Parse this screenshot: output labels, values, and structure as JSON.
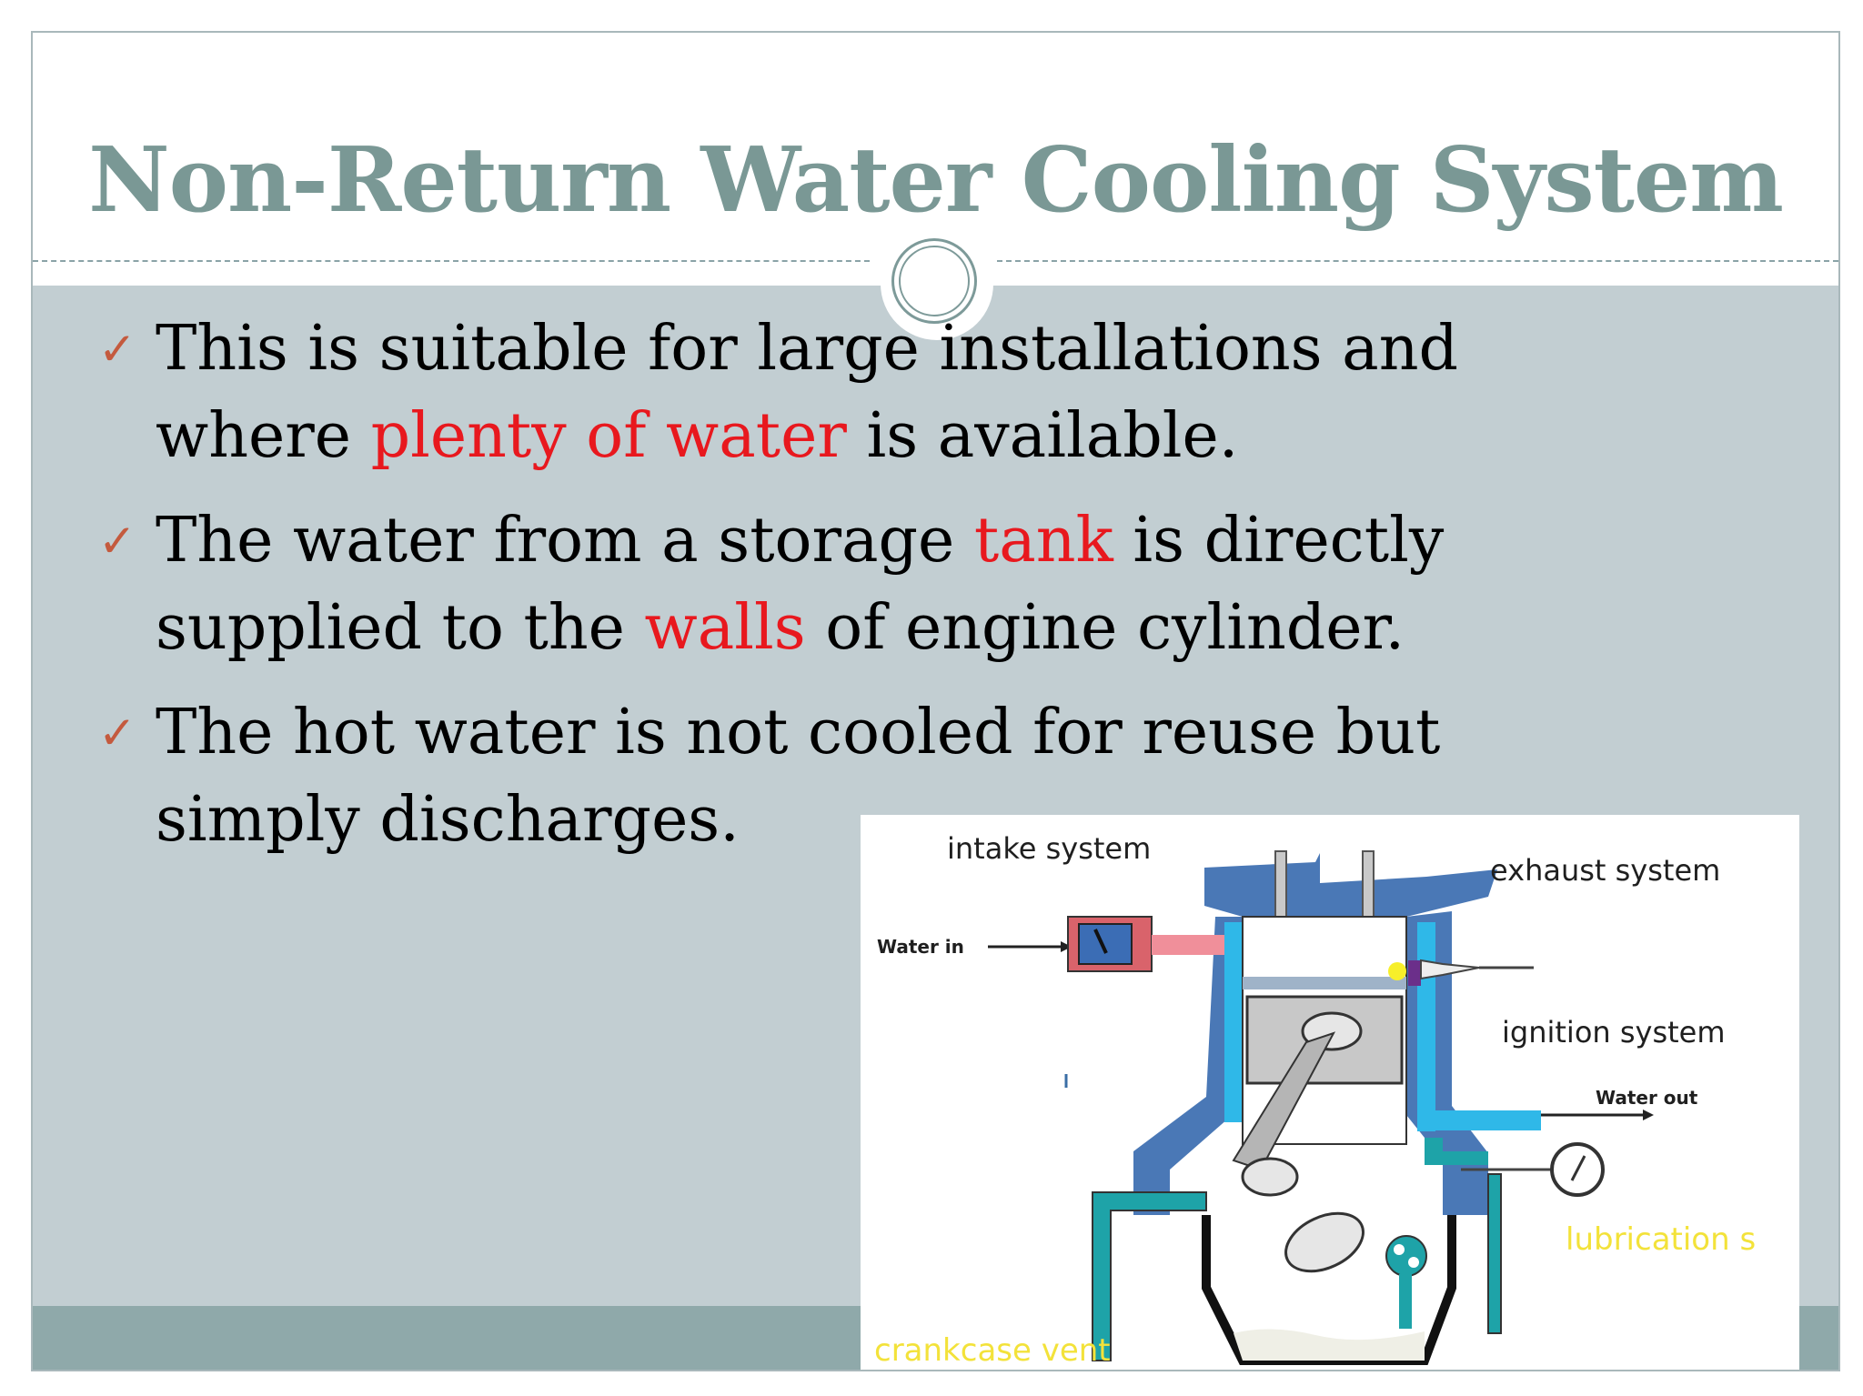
{
  "slide": {
    "title": "Non-Return Water Cooling System",
    "bullets": [
      {
        "parts": [
          "This is suitable for large installations and where ",
          "plenty of water",
          " is available."
        ]
      },
      {
        "parts": [
          "The water from a storage ",
          "tank",
          " is directly supplied to the ",
          "walls",
          " of engine cylinder."
        ]
      },
      {
        "parts": [
          "The hot water is not cooled for reuse but simply discharges."
        ]
      }
    ],
    "check_glyph": "✓"
  },
  "figure": {
    "labels": {
      "intake": "intake system",
      "exhaust": "exhaust system",
      "ignition": "ignition system",
      "water_in": "Water in",
      "water_out": "Water out",
      "lubrication": "lubrication s",
      "crankcase": "crankcase vent"
    },
    "icons": [
      "check-icon",
      "water-pump-icon",
      "pressure-gauge-icon",
      "spark-plug-icon"
    ],
    "colors": {
      "title": "#7a9895",
      "highlight": "#e8181e",
      "check": "#c45a3e",
      "content_bg": "#c2ced2",
      "footer": "#8fa9aa",
      "jacket_blue": "#2fb8e8",
      "head_blue": "#4a78b6",
      "oil_teal": "#1ea3a8",
      "label_yellow": "#f3e23a"
    }
  }
}
